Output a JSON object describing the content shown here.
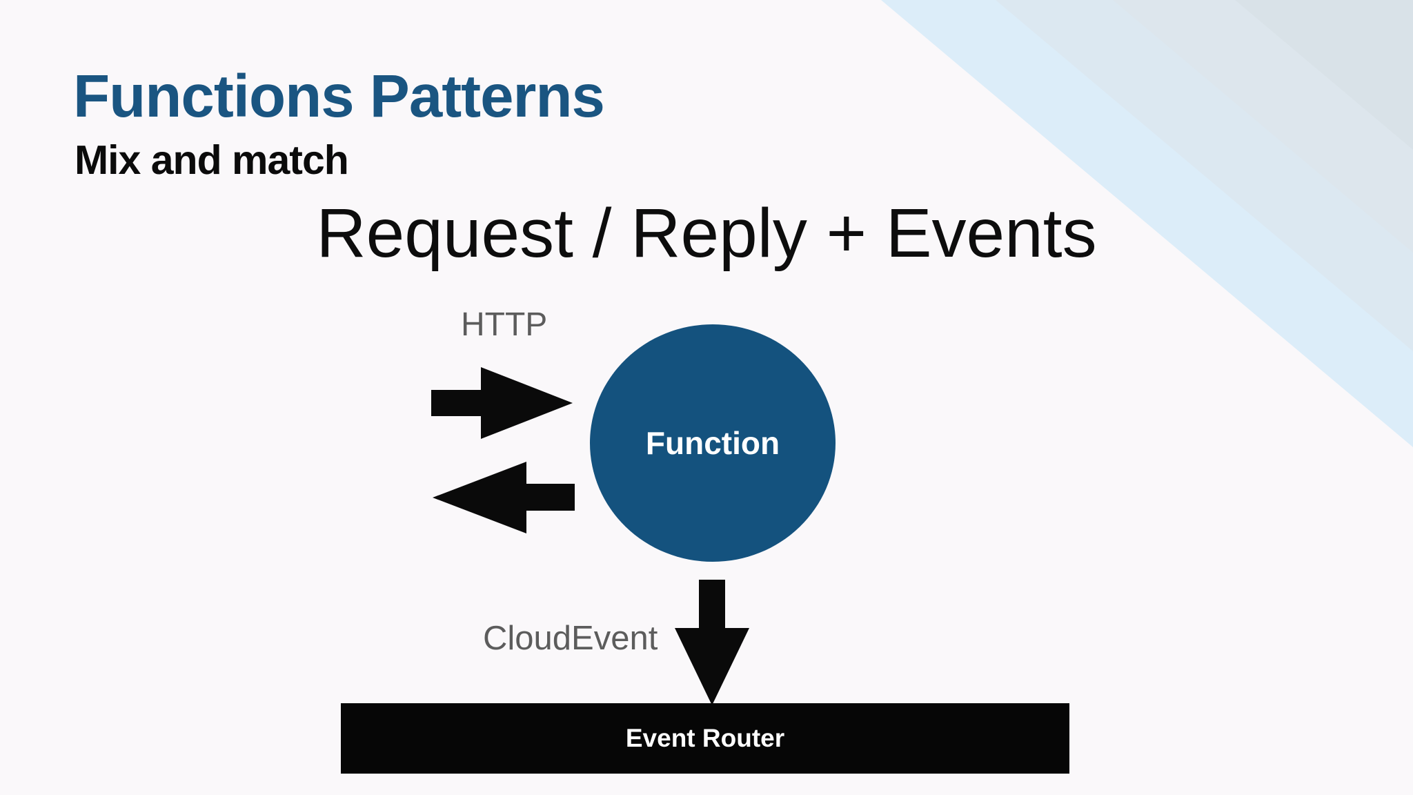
{
  "slide": {
    "title": "Functions Patterns",
    "subtitle": "Mix and match",
    "heading": "Request / Reply + Events",
    "labels": {
      "http": "HTTP",
      "cloudevent": "CloudEvent"
    },
    "nodes": {
      "function": "Function",
      "event_router": "Event Router"
    },
    "icons": [
      "arrow-right-icon",
      "arrow-left-icon",
      "arrow-down-icon"
    ],
    "colors": {
      "background": "#faf8fa",
      "title_blue": "#1a5581",
      "circle_blue": "#14527e",
      "heading_black": "#0d0d0d",
      "label_gray": "#5c5c5c",
      "arrow_black": "#0a0a0a",
      "bar_black": "#060606",
      "node_text_white": "#ffffff",
      "background_bands": [
        "#dcedf9",
        "#dce8f1",
        "#dde6ed",
        "#d9e2e8"
      ]
    }
  }
}
